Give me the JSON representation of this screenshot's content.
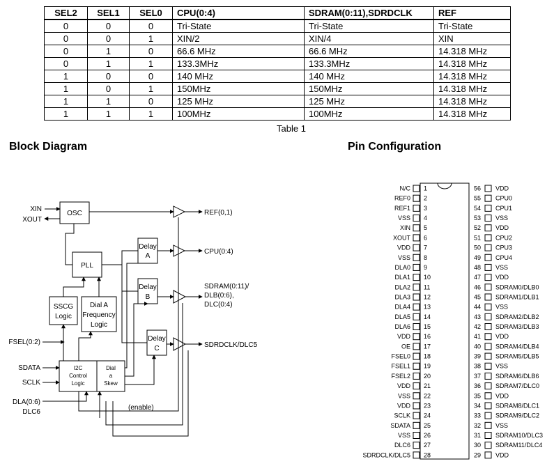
{
  "table": {
    "headers": [
      "SEL2",
      "SEL1",
      "SEL0",
      "CPU(0:4)",
      "SDRAM(0:11),SDRDCLK",
      "REF"
    ],
    "rows": [
      [
        "0",
        "0",
        "0",
        "Tri-State",
        "Tri-State",
        "Tri-State"
      ],
      [
        "0",
        "0",
        "1",
        "XIN/2",
        "XIN/4",
        "XIN"
      ],
      [
        "0",
        "1",
        "0",
        "66.6 MHz",
        "66.6 MHz",
        "14.318 MHz"
      ],
      [
        "0",
        "1",
        "1",
        "133.3MHz",
        "133.3MHz",
        "14.318 MHz"
      ],
      [
        "1",
        "0",
        "0",
        "140 MHz",
        "140 MHz",
        "14.318 MHz"
      ],
      [
        "1",
        "0",
        "1",
        "150MHz",
        "150MHz",
        "14.318 MHz"
      ],
      [
        "1",
        "1",
        "0",
        "125 MHz",
        "125 MHz",
        "14.318 MHz"
      ],
      [
        "1",
        "1",
        "1",
        "100MHz",
        "100MHz",
        "14.318 MHz"
      ]
    ],
    "caption": "Table 1"
  },
  "block_diagram": {
    "title": "Block Diagram",
    "inputs": {
      "xin": "XIN",
      "xout": "XOUT",
      "fsel": "FSEL(0:2)",
      "sdata": "SDATA",
      "sclk": "SCLK",
      "dla": "DLA(0:6)",
      "dlc6": "DLC6"
    },
    "blocks": {
      "osc": "OSC",
      "pll": "PLL",
      "sscg_1": "SSCG",
      "sscg_2": "Logic",
      "dial_1": "Dial A",
      "dial_2": "Frequency",
      "dial_3": "Logic",
      "delay_a_1": "Delay",
      "delay_a_2": "A",
      "delay_b_1": "Delay",
      "delay_b_2": "B",
      "delay_c_1": "Delay",
      "delay_c_2": "C",
      "i2c_1": "I2C",
      "i2c_2": "Control",
      "i2c_3": "Logic",
      "skew_1": "Dial",
      "skew_2": "a",
      "skew_3": "Skew"
    },
    "outputs": {
      "ref": "REF(0,1)",
      "cpu": "CPU(0:4)",
      "sdram_1": "SDRAM(0:11)/",
      "sdram_2": "DLB(0:6),",
      "sdram_3": "DLC(0:4)",
      "sdrdclk": "SDRDCLK/DLC5"
    },
    "enable": "(enable)"
  },
  "pin_config": {
    "title": "Pin Configuration",
    "left_pins": [
      {
        "num": "1",
        "name": "N/C"
      },
      {
        "num": "2",
        "name": "REF0"
      },
      {
        "num": "3",
        "name": "REF1"
      },
      {
        "num": "4",
        "name": "VSS"
      },
      {
        "num": "5",
        "name": "XIN"
      },
      {
        "num": "6",
        "name": "XOUT"
      },
      {
        "num": "7",
        "name": "VDD"
      },
      {
        "num": "8",
        "name": "VSS"
      },
      {
        "num": "9",
        "name": "DLA0"
      },
      {
        "num": "10",
        "name": "DLA1"
      },
      {
        "num": "11",
        "name": "DLA2"
      },
      {
        "num": "12",
        "name": "DLA3"
      },
      {
        "num": "13",
        "name": "DLA4"
      },
      {
        "num": "14",
        "name": "DLA5"
      },
      {
        "num": "15",
        "name": "DLA6"
      },
      {
        "num": "16",
        "name": "VDD"
      },
      {
        "num": "17",
        "name": "OE"
      },
      {
        "num": "18",
        "name": "FSEL0"
      },
      {
        "num": "19",
        "name": "FSEL1"
      },
      {
        "num": "20",
        "name": "FSEL2"
      },
      {
        "num": "21",
        "name": "VDD"
      },
      {
        "num": "22",
        "name": "VSS"
      },
      {
        "num": "23",
        "name": "VDD"
      },
      {
        "num": "24",
        "name": "SCLK"
      },
      {
        "num": "25",
        "name": "SDATA"
      },
      {
        "num": "26",
        "name": "VSS"
      },
      {
        "num": "27",
        "name": "DLC6"
      },
      {
        "num": "28",
        "name": "SDRDCLK/DLC5"
      }
    ],
    "right_pins": [
      {
        "num": "56",
        "name": "VDD"
      },
      {
        "num": "55",
        "name": "CPU0"
      },
      {
        "num": "54",
        "name": "CPU1"
      },
      {
        "num": "53",
        "name": "VSS"
      },
      {
        "num": "52",
        "name": "VDD"
      },
      {
        "num": "51",
        "name": "CPU2"
      },
      {
        "num": "50",
        "name": "CPU3"
      },
      {
        "num": "49",
        "name": "CPU4"
      },
      {
        "num": "48",
        "name": "VSS"
      },
      {
        "num": "47",
        "name": "VDD"
      },
      {
        "num": "46",
        "name": "SDRAM0/DLB0"
      },
      {
        "num": "45",
        "name": "SDRAM1/DLB1"
      },
      {
        "num": "44",
        "name": "VSS"
      },
      {
        "num": "43",
        "name": "SDRAM2/DLB2"
      },
      {
        "num": "42",
        "name": "SDRAM3/DLB3"
      },
      {
        "num": "41",
        "name": "VDD"
      },
      {
        "num": "40",
        "name": "SDRAM4/DLB4"
      },
      {
        "num": "39",
        "name": "SDRAM5/DLB5"
      },
      {
        "num": "38",
        "name": "VSS"
      },
      {
        "num": "37",
        "name": "SDRAM6/DLB6"
      },
      {
        "num": "36",
        "name": "SDRAM7/DLC0"
      },
      {
        "num": "35",
        "name": "VDD"
      },
      {
        "num": "34",
        "name": "SDRAM8/DLC1"
      },
      {
        "num": "33",
        "name": "SDRAM9/DLC2"
      },
      {
        "num": "32",
        "name": "VSS"
      },
      {
        "num": "31",
        "name": "SDRAM10/DLC3"
      },
      {
        "num": "30",
        "name": "SDRAM11/DLC4"
      },
      {
        "num": "29",
        "name": "VDD"
      }
    ]
  }
}
